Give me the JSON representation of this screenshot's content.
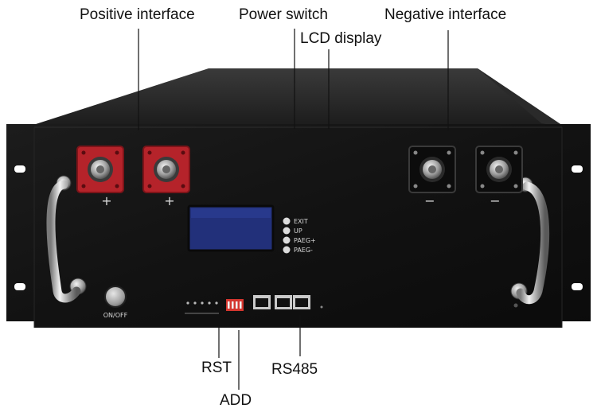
{
  "callouts": {
    "positive_interface": "Positive interface",
    "power_switch": "Power switch",
    "lcd_display": "LCD display",
    "negative_interface": "Negative interface",
    "rst": "RST",
    "rs485": "RS485",
    "add": "ADD"
  },
  "panel": {
    "plus_1": "+",
    "plus_2": "+",
    "minus_1": "−",
    "minus_2": "−",
    "on_off": "ON/OFF",
    "buttons": [
      "EXIT",
      "UP",
      "PAEG+",
      "PAEG-"
    ]
  },
  "colors": {
    "chassis": "#141414",
    "terminal_red": "#b5232a",
    "terminal_black": "#0c0c0c",
    "lcd_blue": "#22307a"
  }
}
